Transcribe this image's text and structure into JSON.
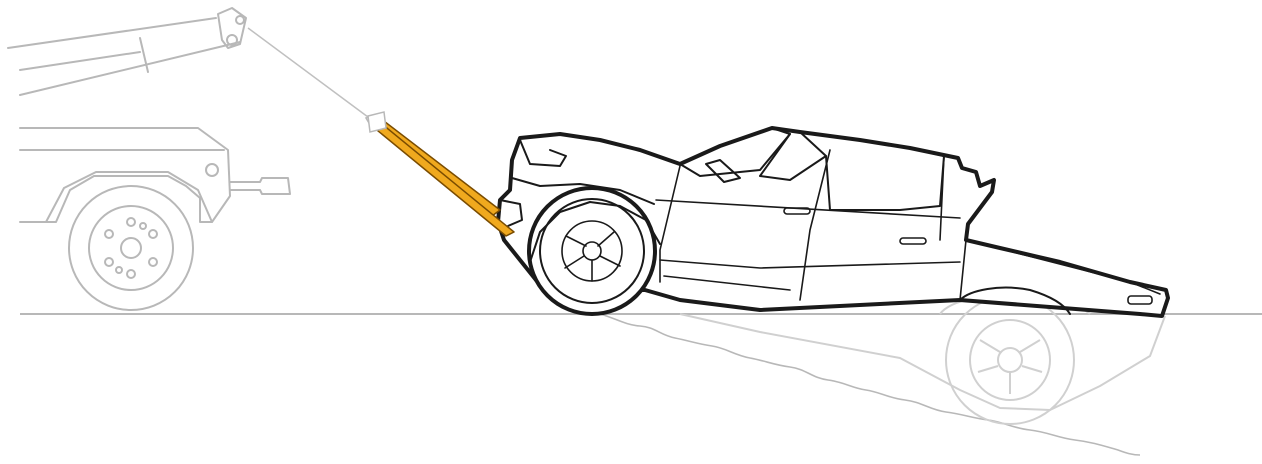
{
  "colors": {
    "background": "#ffffff",
    "light_line": "#b8b8b8",
    "faded_line": "#c8c8c8",
    "dark_line": "#1a1a1a",
    "strap_fill": "#f0a91e",
    "strap_outline": "#7a4c00"
  },
  "elements": {
    "tow_truck": "tow-truck-silhouette",
    "boom": "tow-boom",
    "cable": "winch-cable",
    "straps": "tow-straps",
    "pickup": "pickup-truck",
    "ditch": "ditch-slope"
  }
}
